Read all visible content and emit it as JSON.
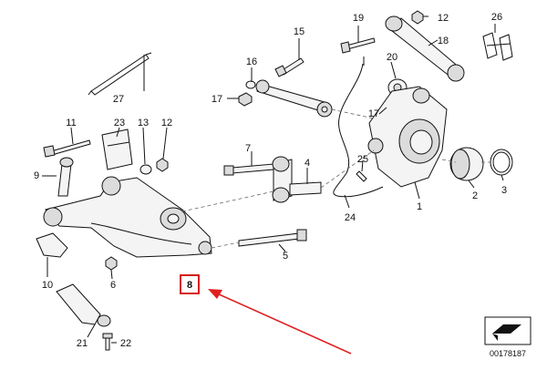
{
  "diagram": {
    "callouts": [
      {
        "id": "p1",
        "label": "1"
      },
      {
        "id": "p2",
        "label": "2"
      },
      {
        "id": "p3",
        "label": "3"
      },
      {
        "id": "p4",
        "label": "4"
      },
      {
        "id": "p5",
        "label": "5"
      },
      {
        "id": "p6",
        "label": "6"
      },
      {
        "id": "p7",
        "label": "7"
      },
      {
        "id": "p8",
        "label": "8",
        "highlighted": true
      },
      {
        "id": "p9",
        "label": "9"
      },
      {
        "id": "p10",
        "label": "10"
      },
      {
        "id": "p11",
        "label": "11"
      },
      {
        "id": "p12a",
        "label": "12"
      },
      {
        "id": "p12b",
        "label": "12"
      },
      {
        "id": "p13",
        "label": "13"
      },
      {
        "id": "p15",
        "label": "15"
      },
      {
        "id": "p16",
        "label": "16"
      },
      {
        "id": "p17a",
        "label": "17"
      },
      {
        "id": "p17b",
        "label": "17"
      },
      {
        "id": "p18",
        "label": "18"
      },
      {
        "id": "p19",
        "label": "19"
      },
      {
        "id": "p20",
        "label": "20"
      },
      {
        "id": "p21",
        "label": "21"
      },
      {
        "id": "p22",
        "label": "22"
      },
      {
        "id": "p23",
        "label": "23"
      },
      {
        "id": "p24",
        "label": "24"
      },
      {
        "id": "p25",
        "label": "25"
      },
      {
        "id": "p26",
        "label": "26"
      },
      {
        "id": "p27",
        "label": "27"
      }
    ],
    "diagram_number": "00178187",
    "colors": {
      "highlight_box": "#d40000",
      "arrow": "#e02020",
      "ink": "#111111"
    }
  }
}
